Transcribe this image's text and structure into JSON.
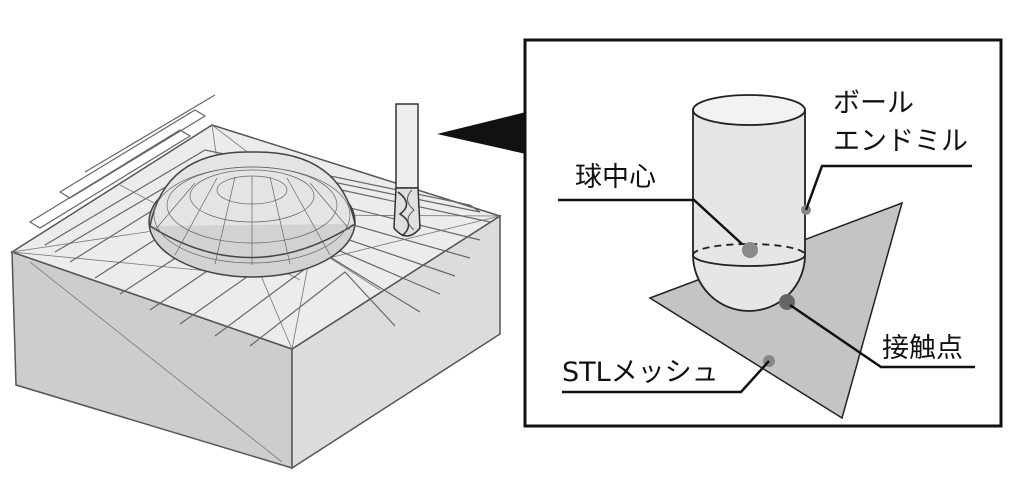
{
  "labels": {
    "ball_endmill_line1": "ボール",
    "ball_endmill_line2": "エンドミル",
    "ball_center": "球中心",
    "contact_point": "接触点",
    "stl_mesh": "STLメッシュ"
  },
  "colors": {
    "block_top": "#e6e6e6",
    "block_side_left": "#cfcfcf",
    "block_side_right": "#dadada",
    "mesh_line": "#777777",
    "tool_body": "#e8e8e8",
    "triangle_fill": "#c4c4c4",
    "point_fill": "#8a8a8a",
    "contact_fill": "#666666",
    "frame": "#111111"
  }
}
